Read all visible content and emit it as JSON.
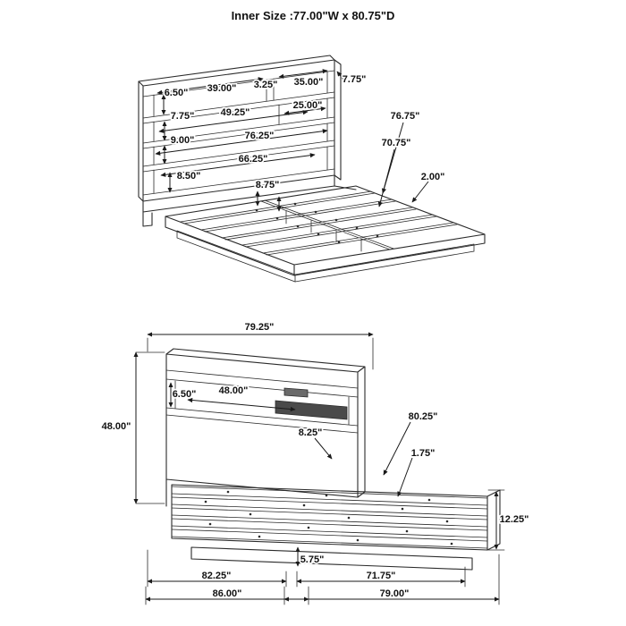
{
  "title": "Inner Size :77.00\"W x 80.75\"D",
  "top_view": {
    "shelf1_height": "6.50\"",
    "shelf1_left_width": "39.00\"",
    "shelf1_divider": "3.25\"",
    "shelf1_right_width": "35.00\"",
    "headboard_top_depth": "7.75\"",
    "shelf2_height": "7.75\"",
    "shelf2_left_width": "49.25\"",
    "shelf2_right_width": "25.00\"",
    "shelf3_height": "9.00\"",
    "shelf3_width": "76.25\"",
    "inner_shelf_width": "66.25\"",
    "headboard_base_height": "8.50\"",
    "center_support_height": "8.75\"",
    "side_rail_length": "76.75\"",
    "slat_width": "70.75\"",
    "rail_lip": "2.00\""
  },
  "front_view": {
    "headboard_width": "79.25\"",
    "headboard_height": "48.00\"",
    "shelf_opening_height": "6.50\"",
    "shelf_opening_width": "48.00\"",
    "rail_height": "8.25\"",
    "inner_depth": "80.25\"",
    "slat_thickness": "1.75\"",
    "footboard_height": "12.25\"",
    "base_height": "5.75\"",
    "inner_length": "82.25\"",
    "deck_length": "71.75\"",
    "overall_depth": "86.00\"",
    "platform_depth": "79.00\""
  }
}
